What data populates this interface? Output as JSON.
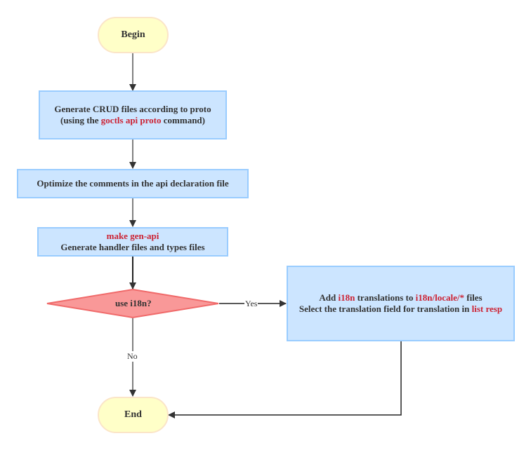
{
  "nodes": {
    "begin": {
      "label": "Begin"
    },
    "generate_crud": {
      "line1": "Generate CRUD files according to proto",
      "line2_prefix": "(using the ",
      "line2_highlight": "goctls api proto",
      "line2_suffix": " command)"
    },
    "optimize": {
      "label": "Optimize the comments in the api declaration file"
    },
    "gen_api": {
      "highlight": "make gen-api",
      "line2": "Generate handler files and types files"
    },
    "decision": {
      "label": "use i18n?"
    },
    "i18n_task": {
      "line1_prefix": "Add ",
      "line1_highlight1": "i18n",
      "line1_mid": " translations to ",
      "line1_highlight2": "i18n/locale/*",
      "line1_suffix": " files",
      "line2_prefix": "Select the translation field for translation in ",
      "line2_highlight": "list resp"
    },
    "end": {
      "label": "End"
    }
  },
  "edges": {
    "yes_label": "Yes",
    "no_label": "No"
  },
  "colors": {
    "terminal_fill": "#ffffc8",
    "terminal_border": "#fbe5c8",
    "process_fill": "#cce5ff",
    "process_border": "#99ccff",
    "decision_fill": "#f99898",
    "decision_border": "#f06a6a",
    "highlight_text": "#cc2233",
    "arrow": "#333333"
  }
}
